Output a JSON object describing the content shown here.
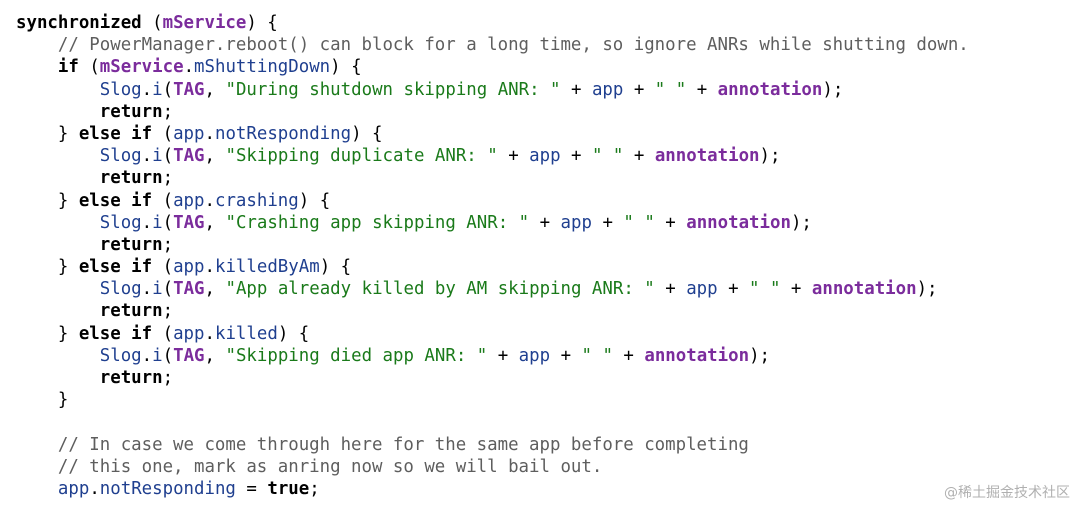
{
  "code_lines": [
    [
      {
        "t": "synchronized",
        "c": "kw"
      },
      {
        "t": " (",
        "c": "plain"
      },
      {
        "t": "mService",
        "c": "purple"
      },
      {
        "t": ") {",
        "c": "plain"
      }
    ],
    [
      {
        "t": "    // PowerManager.reboot() can block for a long time, so ignore ANRs while shutting down.",
        "c": "comment"
      }
    ],
    [
      {
        "t": "    ",
        "c": "plain"
      },
      {
        "t": "if",
        "c": "kw"
      },
      {
        "t": " (",
        "c": "plain"
      },
      {
        "t": "mService",
        "c": "purple"
      },
      {
        "t": ".",
        "c": "plain"
      },
      {
        "t": "mShuttingDown",
        "c": "blue"
      },
      {
        "t": ") {",
        "c": "plain"
      }
    ],
    [
      {
        "t": "        ",
        "c": "plain"
      },
      {
        "t": "Slog",
        "c": "blue"
      },
      {
        "t": ".",
        "c": "plain"
      },
      {
        "t": "i",
        "c": "blue"
      },
      {
        "t": "(",
        "c": "plain"
      },
      {
        "t": "TAG",
        "c": "purple"
      },
      {
        "t": ", ",
        "c": "plain"
      },
      {
        "t": "\"During shutdown skipping ANR: \"",
        "c": "str"
      },
      {
        "t": " + ",
        "c": "plain"
      },
      {
        "t": "app",
        "c": "blue"
      },
      {
        "t": " + ",
        "c": "plain"
      },
      {
        "t": "\" \"",
        "c": "str"
      },
      {
        "t": " + ",
        "c": "plain"
      },
      {
        "t": "annotation",
        "c": "purple"
      },
      {
        "t": ");",
        "c": "plain"
      }
    ],
    [
      {
        "t": "        ",
        "c": "plain"
      },
      {
        "t": "return",
        "c": "kw"
      },
      {
        "t": ";",
        "c": "plain"
      }
    ],
    [
      {
        "t": "    } ",
        "c": "plain"
      },
      {
        "t": "else if",
        "c": "kw"
      },
      {
        "t": " (",
        "c": "plain"
      },
      {
        "t": "app",
        "c": "blue"
      },
      {
        "t": ".",
        "c": "plain"
      },
      {
        "t": "notResponding",
        "c": "blue"
      },
      {
        "t": ") {",
        "c": "plain"
      }
    ],
    [
      {
        "t": "        ",
        "c": "plain"
      },
      {
        "t": "Slog",
        "c": "blue"
      },
      {
        "t": ".",
        "c": "plain"
      },
      {
        "t": "i",
        "c": "blue"
      },
      {
        "t": "(",
        "c": "plain"
      },
      {
        "t": "TAG",
        "c": "purple"
      },
      {
        "t": ", ",
        "c": "plain"
      },
      {
        "t": "\"Skipping duplicate ANR: \"",
        "c": "str"
      },
      {
        "t": " + ",
        "c": "plain"
      },
      {
        "t": "app",
        "c": "blue"
      },
      {
        "t": " + ",
        "c": "plain"
      },
      {
        "t": "\" \"",
        "c": "str"
      },
      {
        "t": " + ",
        "c": "plain"
      },
      {
        "t": "annotation",
        "c": "purple"
      },
      {
        "t": ");",
        "c": "plain"
      }
    ],
    [
      {
        "t": "        ",
        "c": "plain"
      },
      {
        "t": "return",
        "c": "kw"
      },
      {
        "t": ";",
        "c": "plain"
      }
    ],
    [
      {
        "t": "    } ",
        "c": "plain"
      },
      {
        "t": "else if",
        "c": "kw"
      },
      {
        "t": " (",
        "c": "plain"
      },
      {
        "t": "app",
        "c": "blue"
      },
      {
        "t": ".",
        "c": "plain"
      },
      {
        "t": "crashing",
        "c": "blue"
      },
      {
        "t": ") {",
        "c": "plain"
      }
    ],
    [
      {
        "t": "        ",
        "c": "plain"
      },
      {
        "t": "Slog",
        "c": "blue"
      },
      {
        "t": ".",
        "c": "plain"
      },
      {
        "t": "i",
        "c": "blue"
      },
      {
        "t": "(",
        "c": "plain"
      },
      {
        "t": "TAG",
        "c": "purple"
      },
      {
        "t": ", ",
        "c": "plain"
      },
      {
        "t": "\"Crashing app skipping ANR: \"",
        "c": "str"
      },
      {
        "t": " + ",
        "c": "plain"
      },
      {
        "t": "app",
        "c": "blue"
      },
      {
        "t": " + ",
        "c": "plain"
      },
      {
        "t": "\" \"",
        "c": "str"
      },
      {
        "t": " + ",
        "c": "plain"
      },
      {
        "t": "annotation",
        "c": "purple"
      },
      {
        "t": ");",
        "c": "plain"
      }
    ],
    [
      {
        "t": "        ",
        "c": "plain"
      },
      {
        "t": "return",
        "c": "kw"
      },
      {
        "t": ";",
        "c": "plain"
      }
    ],
    [
      {
        "t": "    } ",
        "c": "plain"
      },
      {
        "t": "else if",
        "c": "kw"
      },
      {
        "t": " (",
        "c": "plain"
      },
      {
        "t": "app",
        "c": "blue"
      },
      {
        "t": ".",
        "c": "plain"
      },
      {
        "t": "killedByAm",
        "c": "blue"
      },
      {
        "t": ") {",
        "c": "plain"
      }
    ],
    [
      {
        "t": "        ",
        "c": "plain"
      },
      {
        "t": "Slog",
        "c": "blue"
      },
      {
        "t": ".",
        "c": "plain"
      },
      {
        "t": "i",
        "c": "blue"
      },
      {
        "t": "(",
        "c": "plain"
      },
      {
        "t": "TAG",
        "c": "purple"
      },
      {
        "t": ", ",
        "c": "plain"
      },
      {
        "t": "\"App already killed by AM skipping ANR: \"",
        "c": "str"
      },
      {
        "t": " + ",
        "c": "plain"
      },
      {
        "t": "app",
        "c": "blue"
      },
      {
        "t": " + ",
        "c": "plain"
      },
      {
        "t": "\" \"",
        "c": "str"
      },
      {
        "t": " + ",
        "c": "plain"
      },
      {
        "t": "annotation",
        "c": "purple"
      },
      {
        "t": ");",
        "c": "plain"
      }
    ],
    [
      {
        "t": "        ",
        "c": "plain"
      },
      {
        "t": "return",
        "c": "kw"
      },
      {
        "t": ";",
        "c": "plain"
      }
    ],
    [
      {
        "t": "    } ",
        "c": "plain"
      },
      {
        "t": "else if",
        "c": "kw"
      },
      {
        "t": " (",
        "c": "plain"
      },
      {
        "t": "app",
        "c": "blue"
      },
      {
        "t": ".",
        "c": "plain"
      },
      {
        "t": "killed",
        "c": "blue"
      },
      {
        "t": ") {",
        "c": "plain"
      }
    ],
    [
      {
        "t": "        ",
        "c": "plain"
      },
      {
        "t": "Slog",
        "c": "blue"
      },
      {
        "t": ".",
        "c": "plain"
      },
      {
        "t": "i",
        "c": "blue"
      },
      {
        "t": "(",
        "c": "plain"
      },
      {
        "t": "TAG",
        "c": "purple"
      },
      {
        "t": ", ",
        "c": "plain"
      },
      {
        "t": "\"Skipping died app ANR: \"",
        "c": "str"
      },
      {
        "t": " + ",
        "c": "plain"
      },
      {
        "t": "app",
        "c": "blue"
      },
      {
        "t": " + ",
        "c": "plain"
      },
      {
        "t": "\" \"",
        "c": "str"
      },
      {
        "t": " + ",
        "c": "plain"
      },
      {
        "t": "annotation",
        "c": "purple"
      },
      {
        "t": ");",
        "c": "plain"
      }
    ],
    [
      {
        "t": "        ",
        "c": "plain"
      },
      {
        "t": "return",
        "c": "kw"
      },
      {
        "t": ";",
        "c": "plain"
      }
    ],
    [
      {
        "t": "    }",
        "c": "plain"
      }
    ],
    [
      {
        "t": "",
        "c": "plain"
      }
    ],
    [
      {
        "t": "    // In case we come through here for the same app before completing",
        "c": "comment"
      }
    ],
    [
      {
        "t": "    // this one, mark as anring now so we will bail out.",
        "c": "comment"
      }
    ],
    [
      {
        "t": "    ",
        "c": "plain"
      },
      {
        "t": "app",
        "c": "blue"
      },
      {
        "t": ".",
        "c": "plain"
      },
      {
        "t": "notResponding",
        "c": "blue"
      },
      {
        "t": " = ",
        "c": "plain"
      },
      {
        "t": "true",
        "c": "kw"
      },
      {
        "t": ";",
        "c": "plain"
      }
    ]
  ],
  "watermark": "@稀土掘金技术社区"
}
